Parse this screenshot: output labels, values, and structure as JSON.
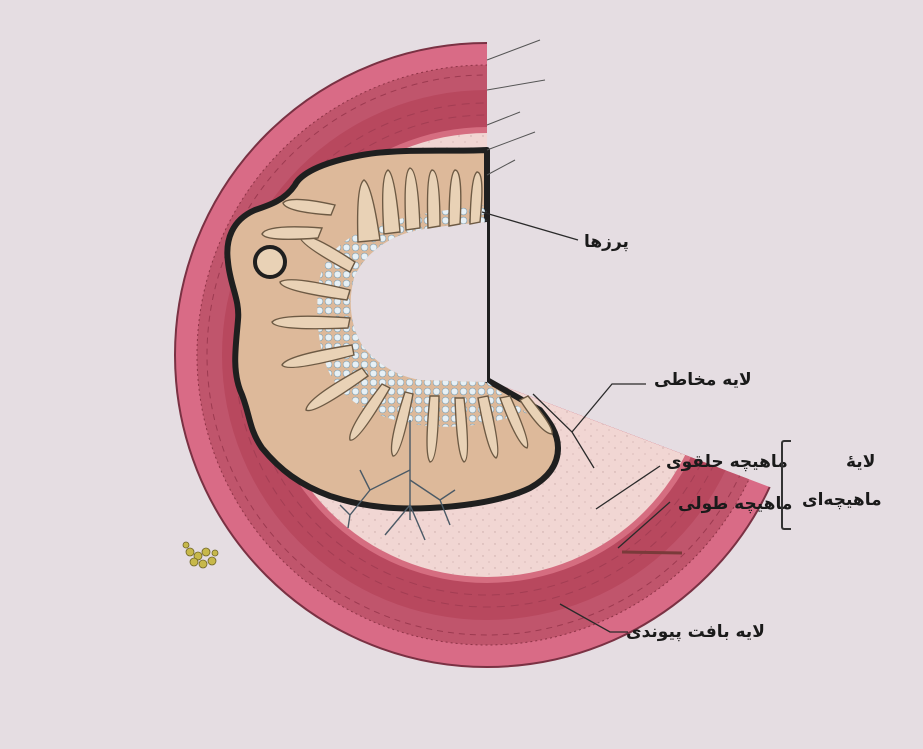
{
  "labels": {
    "villi": "پرزها",
    "mucosa": "لایه مخاطی",
    "muscle_circular": "ماهیچه حلقوی",
    "muscle_longitudinal": "ماهیچه طولی",
    "muscle_group_line1": "لایهٔ",
    "muscle_group_line2": "ماهیچه‌ای",
    "connective": "لایه بافت پیوندی"
  },
  "colors": {
    "background": "#e5dde2",
    "outer_pink": "#d96b86",
    "muscle_dark": "#b8485e",
    "submucosa": "#f1d6d3",
    "mucosa_fill": "#ddb99a",
    "lumen_blue": "#cfe0ea",
    "outline": "#222222"
  }
}
